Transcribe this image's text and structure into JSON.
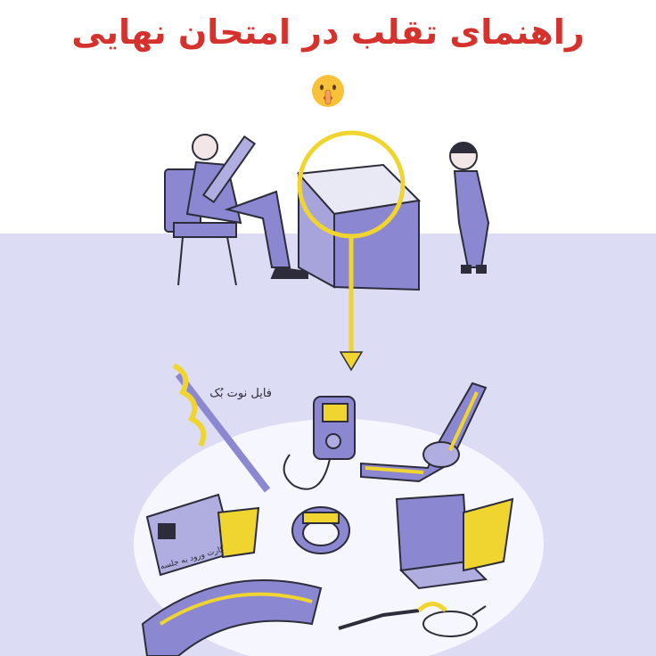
{
  "header": {
    "title": "راهنمای تقلب در امتحان نهایی",
    "emoji_icon": "shushing-face-icon"
  },
  "illustration": {
    "note_label": "فایل نوت بُک",
    "id_card_text": "کارت ورود به جلسه"
  },
  "colors": {
    "title_red": "#d6322d",
    "floor": "#dcdcf4",
    "furniture": "#8b87d1",
    "highlight_yellow": "#f0d530",
    "outline": "#2c2c3a"
  }
}
